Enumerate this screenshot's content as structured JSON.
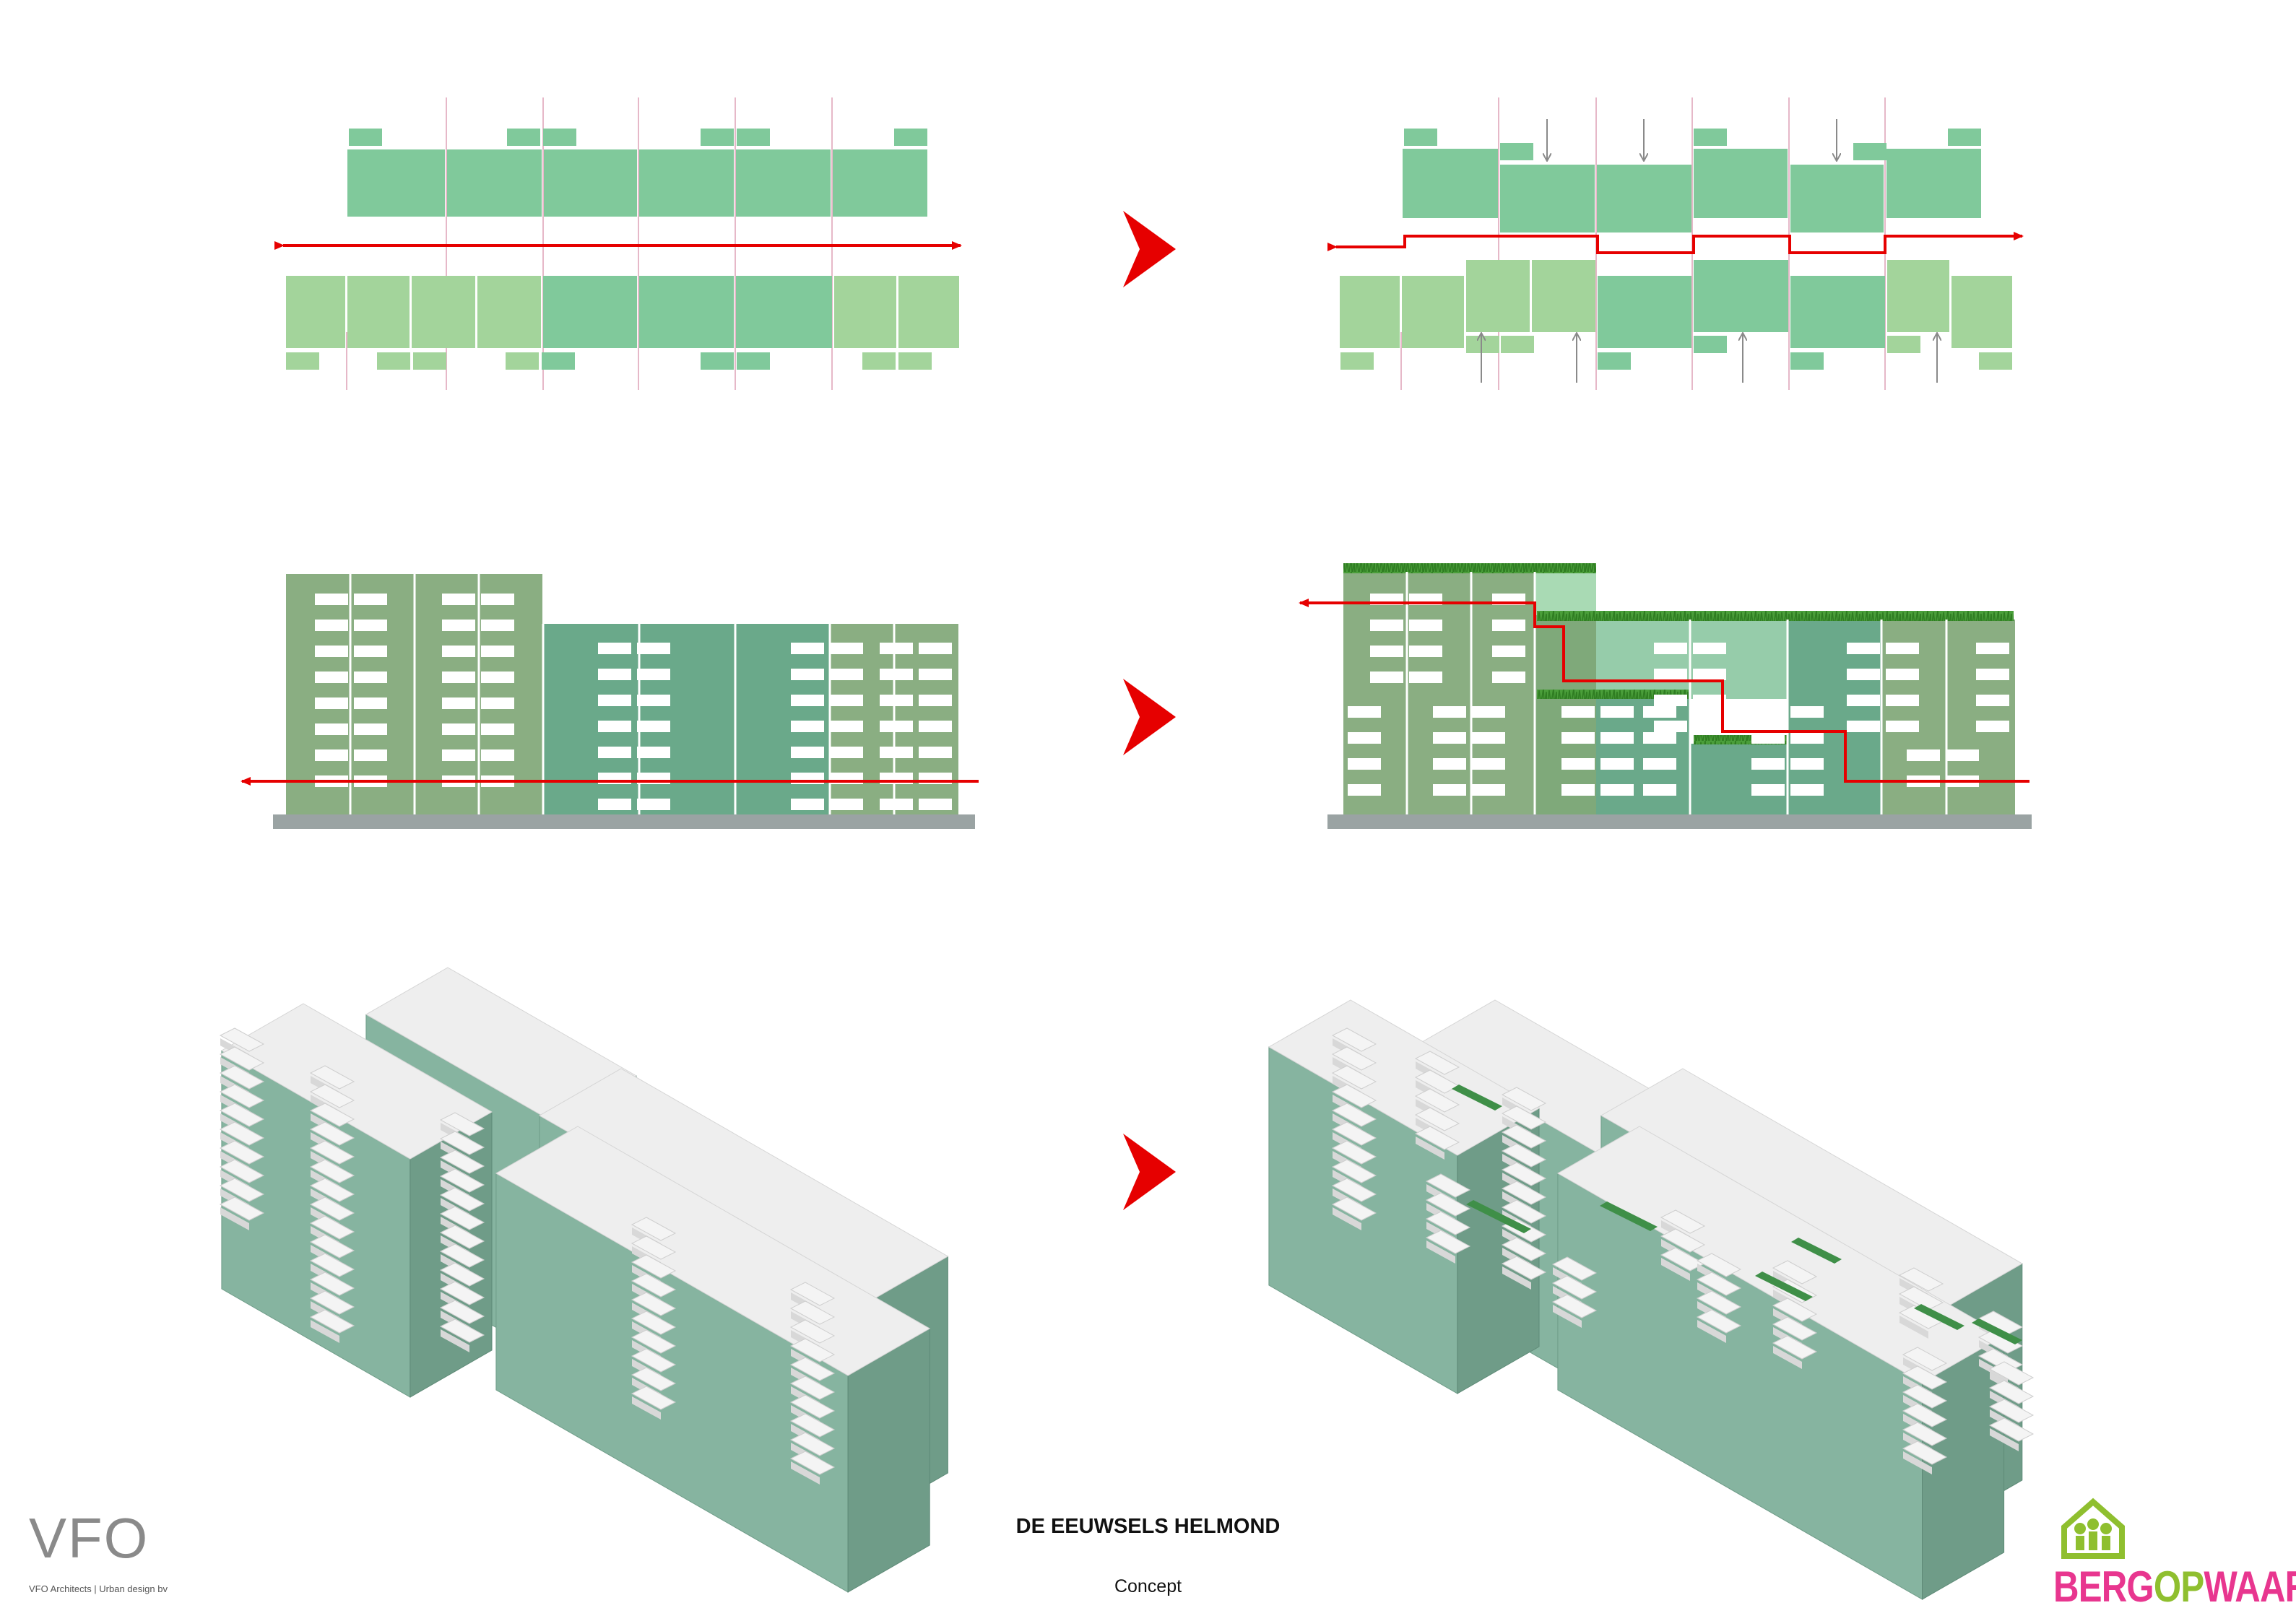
{
  "footer": {
    "project_title": "DE EEUWSELS HELMOND",
    "subtitle": "Concept",
    "office_logo": "VFO",
    "office_caption": "VFO  Architects  |  Urban design bv",
    "brand_part1": "BERG",
    "brand_part2": "OP",
    "brand_part3": "WAARTS"
  },
  "colors": {
    "green_dark": "#80c99b",
    "green_light": "#a3d49b",
    "facade_olive": "#8aae82",
    "facade_teal": "#6aa98a",
    "facade_pale": "#96ccaa",
    "iso_top": "#eeeeee",
    "iso_front": "#86b4a0",
    "iso_side": "#6f9c88",
    "ground": "#9aa3a3",
    "arrow_red": "#e60000",
    "brand_pink": "#e8368f",
    "brand_green": "#8fbf2f"
  },
  "icons": {
    "transition": "red-chevron-arrow-icon",
    "brand_mark": "house-with-people-icon"
  }
}
